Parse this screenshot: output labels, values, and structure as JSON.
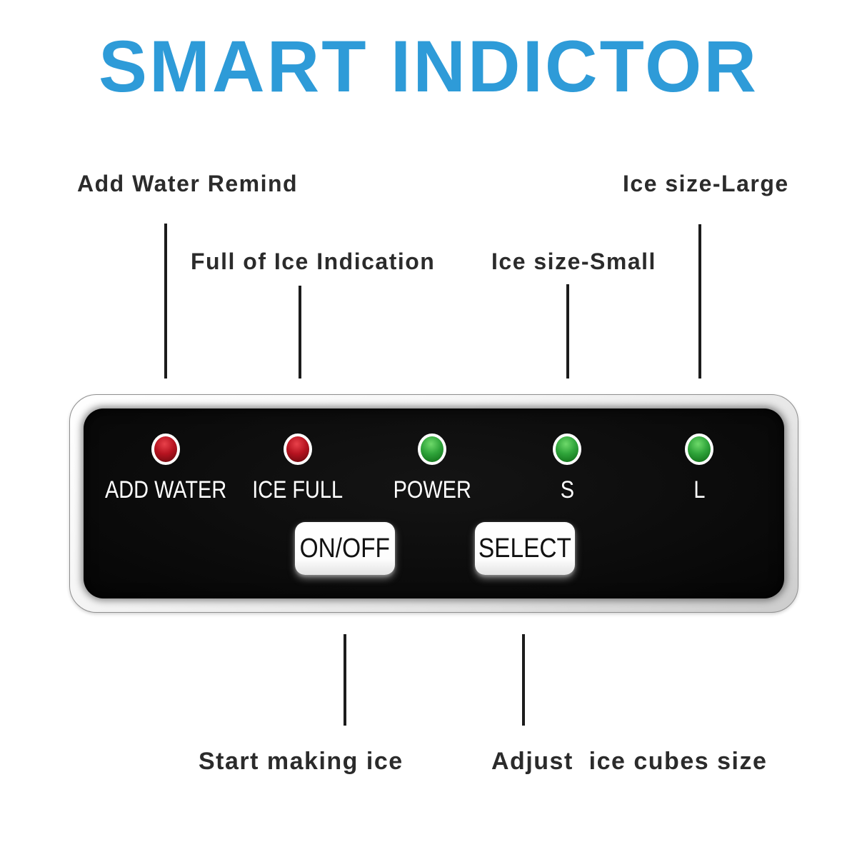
{
  "title": {
    "text": "SMART INDICTOR",
    "color": "#2E9BD8"
  },
  "callouts": {
    "add_water": {
      "label": "Add Water Remind"
    },
    "full_ice": {
      "label": "Full of Ice Indication"
    },
    "ice_small": {
      "label": "Ice size-Small"
    },
    "ice_large": {
      "label": "Ice size-Large"
    },
    "start_ice": {
      "label": "Start making ice"
    },
    "adjust_size": {
      "label": "Adjust  ice cubes size"
    }
  },
  "panel": {
    "indicators": [
      {
        "label": "ADD WATER",
        "color": "red"
      },
      {
        "label": "ICE FULL",
        "color": "red"
      },
      {
        "label": "POWER",
        "color": "green"
      },
      {
        "label": "S",
        "color": "green"
      },
      {
        "label": "L",
        "color": "green"
      }
    ],
    "buttons": [
      {
        "label": "ON/OFF"
      },
      {
        "label": "SELECT"
      }
    ],
    "colors": {
      "led_red": "#b61320",
      "led_green": "#2fa43a",
      "panel_black": "#0a0a0a",
      "frame_silver": "#e6e6e6"
    }
  }
}
